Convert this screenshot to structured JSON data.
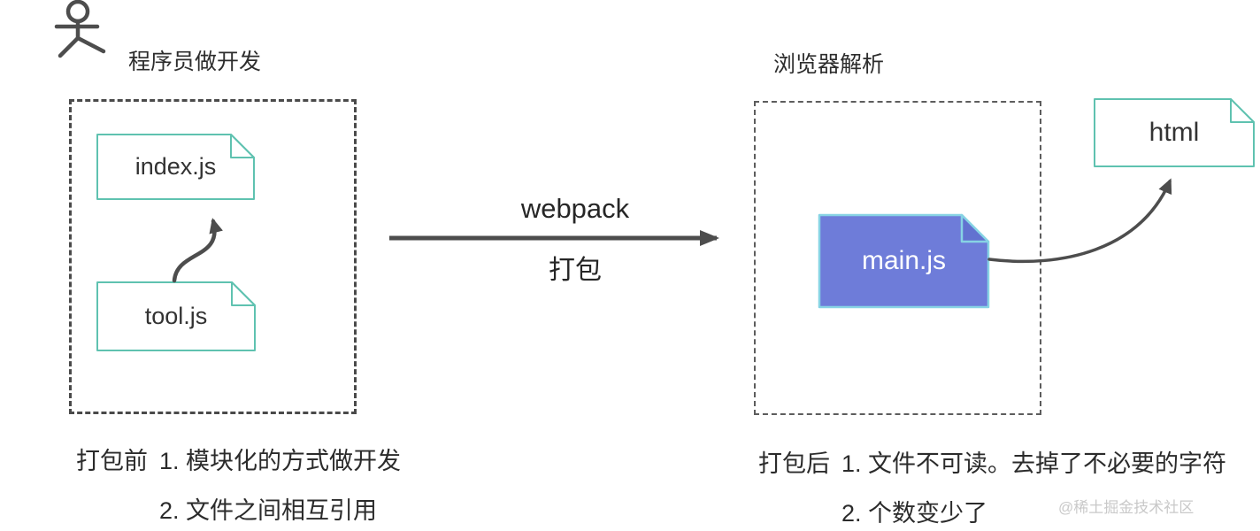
{
  "diagram": {
    "left": {
      "icon": "actor-stick-figure",
      "title": "程序员做开发",
      "files": [
        {
          "name": "index.js"
        },
        {
          "name": "tool.js"
        }
      ],
      "caption": {
        "prefix": "打包前",
        "items": [
          "1. 模块化的方式做开发",
          "2. 文件之间相互引用"
        ]
      }
    },
    "middle": {
      "top_label": "webpack",
      "bottom_label": "打包"
    },
    "right": {
      "title": "浏览器解析",
      "bundle_file": {
        "name": "main.js"
      },
      "html_file": {
        "name": "html"
      },
      "caption": {
        "prefix": "打包后",
        "items": [
          "1. 文件不可读。去掉了不必要的字符",
          "2. 个数变少了"
        ]
      }
    },
    "watermark": "@稀土掘金技术社区"
  },
  "colors": {
    "ink": "#4d4d4d",
    "dash_border": "#4a4a4a",
    "file_border_teal": "#5fc2b0",
    "bundle_fill": "#6e7cd9",
    "bundle_fold": "#6272d0",
    "bundle_border": "#87d3e4",
    "text": "#2b2b2b",
    "watermark": "#c9c9c9"
  }
}
